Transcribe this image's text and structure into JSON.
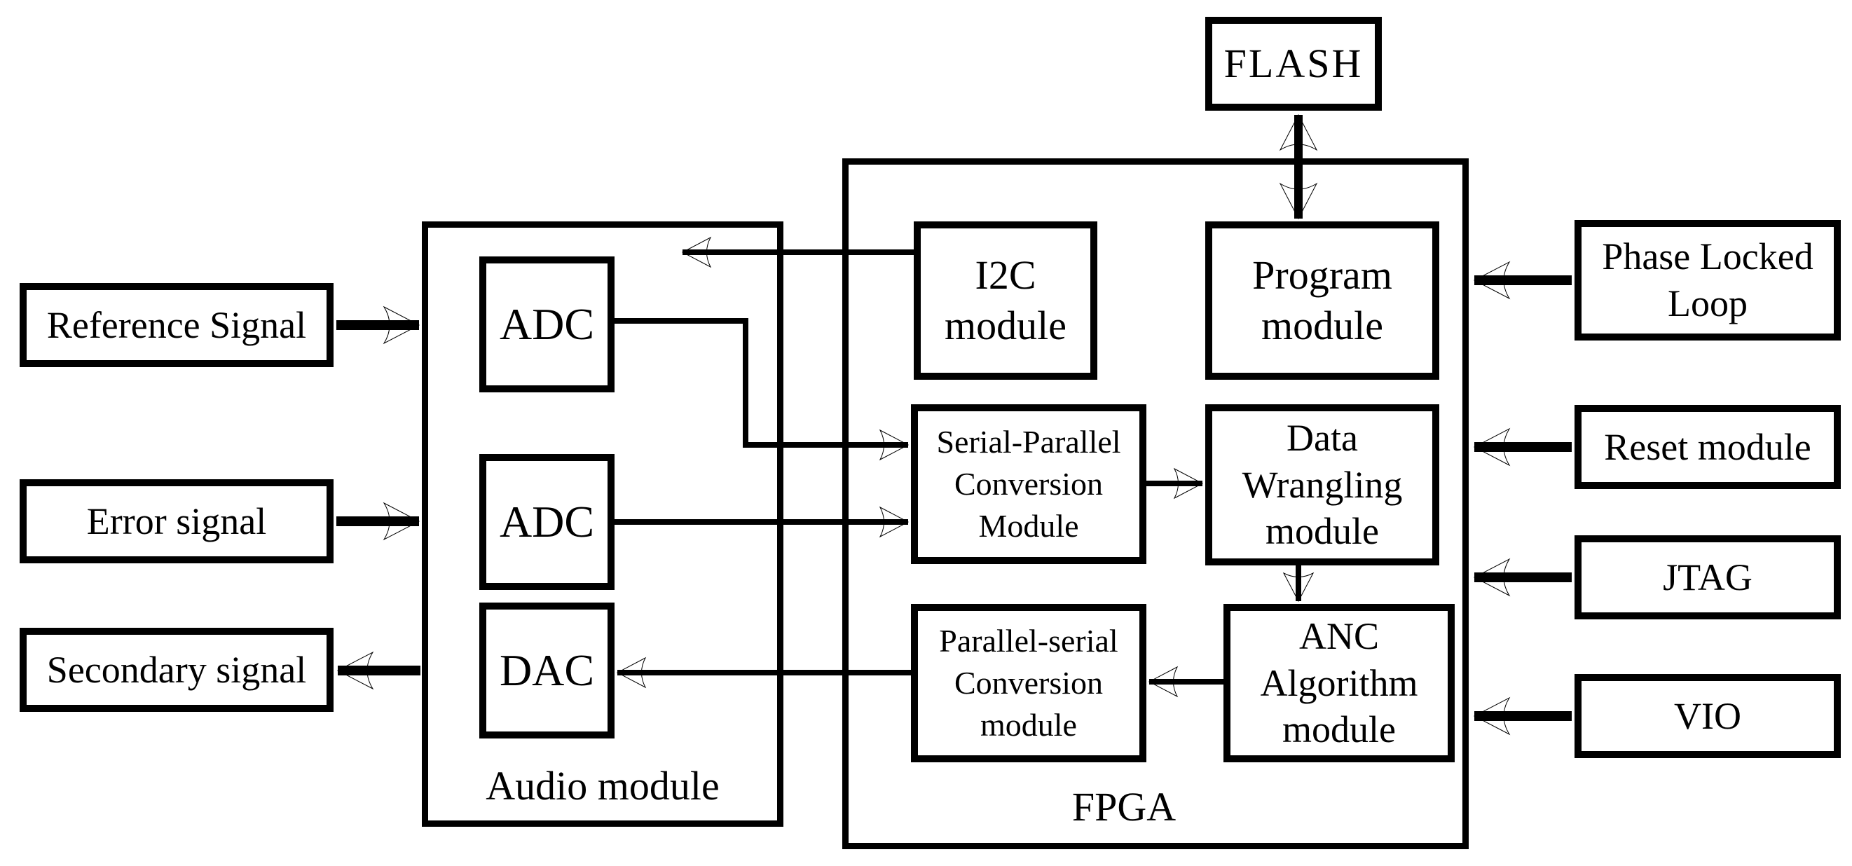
{
  "colors": {
    "ink": "#000000",
    "paper": "#ffffff"
  },
  "external_inputs": [
    {
      "label": "Reference Signal"
    },
    {
      "label": "Error signal"
    },
    {
      "label": "Secondary signal"
    }
  ],
  "flash": {
    "label": "FLASH"
  },
  "audio_module": {
    "label": "Audio module",
    "adc1": {
      "label": "ADC"
    },
    "adc2": {
      "label": "ADC"
    },
    "dac": {
      "label": "DAC"
    }
  },
  "fpga": {
    "label": "FPGA",
    "i2c": {
      "line1": "I2C",
      "line2": "module"
    },
    "program": {
      "line1": "Program",
      "line2": "module"
    },
    "serial_parallel": {
      "line1": "Serial-Parallel",
      "line2": "Conversion",
      "line3": "Module"
    },
    "data_wrangling": {
      "line1": "Data",
      "line2": "Wrangling",
      "line3": "module"
    },
    "parallel_serial": {
      "line1": "Parallel-serial",
      "line2": "Conversion",
      "line3": "module"
    },
    "anc": {
      "line1": "ANC",
      "line2": "Algorithm",
      "line3": "module"
    }
  },
  "peripherals": [
    {
      "label": "Phase Locked Loop"
    },
    {
      "label": "Reset module"
    },
    {
      "label": "JTAG"
    },
    {
      "label": "VIO"
    }
  ]
}
